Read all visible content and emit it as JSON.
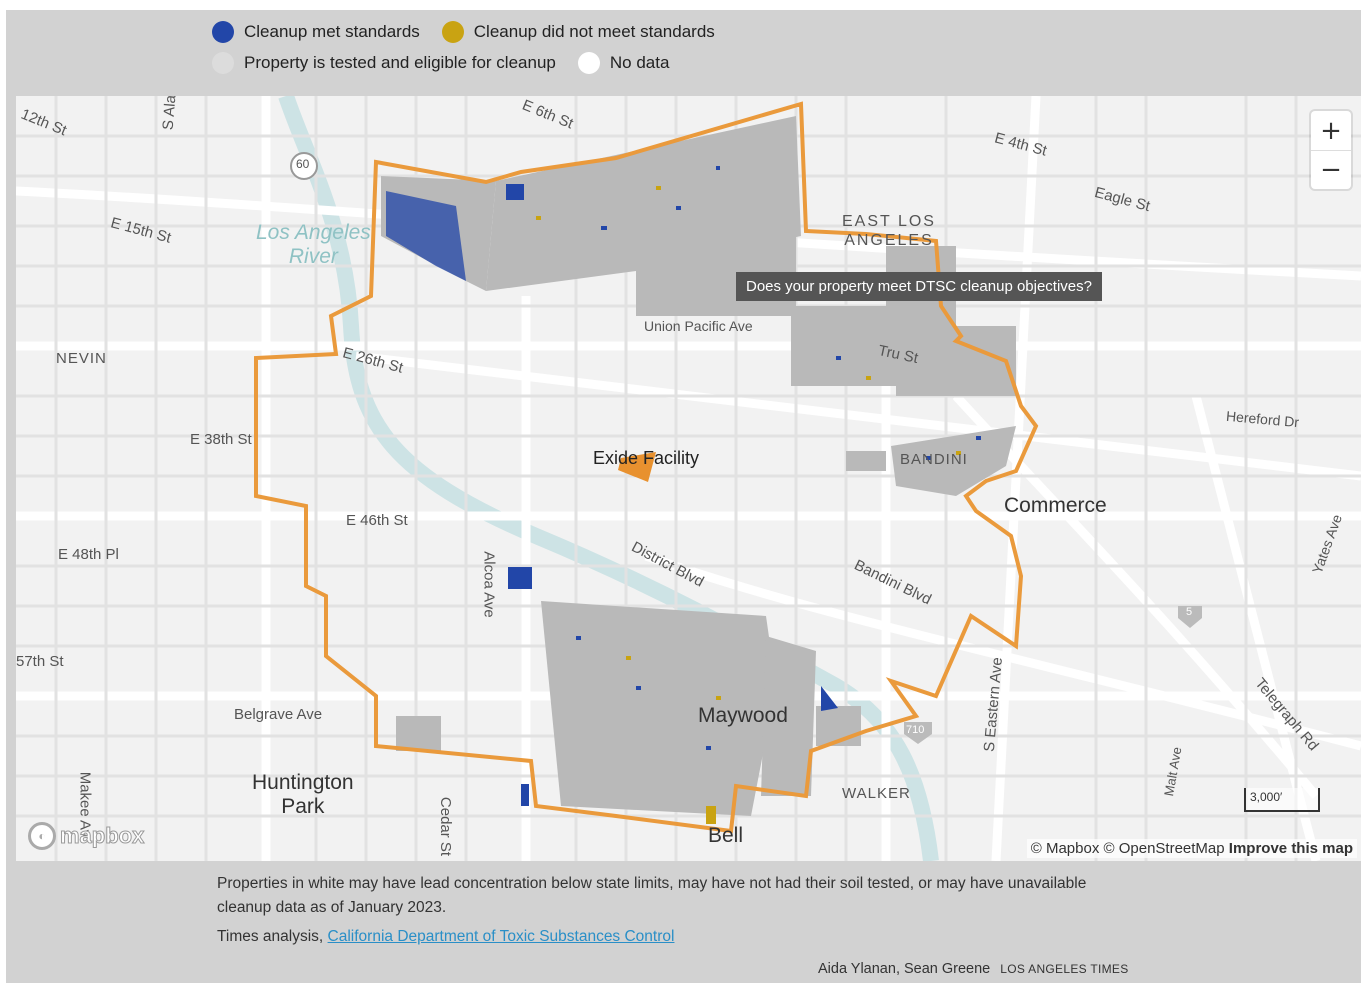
{
  "legend": {
    "items": [
      {
        "label": "Cleanup met standards",
        "color": "#2246a8"
      },
      {
        "label": "Cleanup did not meet standards",
        "color": "#c9a312"
      },
      {
        "label": "Property is tested and eligible for cleanup",
        "color": "#dcdcdc"
      },
      {
        "label": "No data",
        "color": "#ffffff"
      }
    ]
  },
  "map": {
    "street_labels": [
      "12th St",
      "S Ala",
      "E 6th St",
      "E 4th St",
      "Eagle St",
      "60",
      "E 15th St",
      "NEVIN",
      "E 26th St",
      "E 38th St",
      "E 46th St",
      "E 48th Pl",
      "57th St",
      "Belgrave Ave",
      "Makee Av",
      "Cedar St",
      "Alcoa Ave",
      "District Blvd",
      "Bandini Blvd",
      "Union Pacific Ave",
      "Tru St",
      "Hereford Dr",
      "Yates Ave",
      "S Eastern Ave",
      "Telegraph Rd",
      "Malt Ave",
      "5",
      "710"
    ],
    "river_label": [
      "Los Angeles",
      "River"
    ],
    "places": [
      "EAST LOS",
      "ANGELES",
      "BANDINI",
      "Commerce",
      "Exide Facility",
      "Maywood",
      "Huntington",
      "Park",
      "Bell",
      "WALKER"
    ],
    "tooltip": "Does your property meet DTSC cleanup objectives?",
    "zoom_in": "+",
    "zoom_out": "−",
    "scale_label": "3,000′",
    "logo": "mapbox",
    "attribution": {
      "mapbox": "© Mapbox",
      "osm": "© OpenStreetMap",
      "improve": "Improve this map"
    }
  },
  "note": "Properties in white may have lead concentration below state limits, may have not had their soil tested, or may have unavailable cleanup data as of January 2023.",
  "source": {
    "prefix": "Times analysis,",
    "link": "California Department of Toxic Substances Control"
  },
  "credit": {
    "authors": "Aida Ylanan, Sean Greene",
    "org": "LOS ANGELES TIMES"
  },
  "colors": {
    "boundary": "#ea9a3c",
    "exide": "#e8912f",
    "river": "#cde3e5",
    "road": "#ffffff",
    "parcel": "#b9b9b9"
  }
}
